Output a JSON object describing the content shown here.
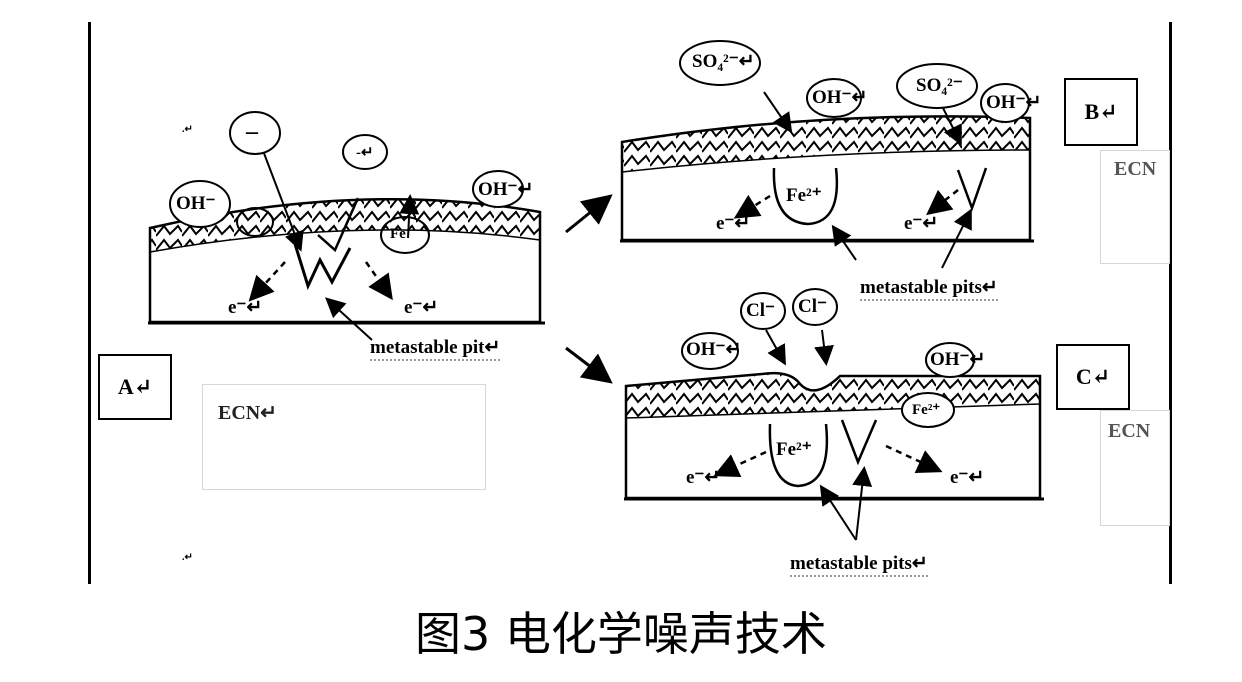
{
  "figure": {
    "caption": "图3 电化学噪声技术",
    "panels": {
      "A": {
        "label": "A↵",
        "ecn_label": "ECN↵",
        "ions": [
          "OH⁻",
          "OH⁻↵",
          "–",
          "-↵",
          "Fe"
        ],
        "electrons": [
          "e⁻↵",
          "e⁻↵"
        ],
        "pit_label": "metastable pit↵"
      },
      "B": {
        "label": "B↵",
        "ecn_label": "ECN",
        "ions": [
          "SO₄²⁻↵",
          "OH⁻↵",
          "SO₄²⁻",
          "OH⁻↵"
        ],
        "fe_ion": "Fe²⁺",
        "electrons": [
          "e⁻↵",
          "e⁻↵"
        ],
        "pit_label": "metastable pits↵"
      },
      "C": {
        "label": "C↵",
        "ecn_label": "ECN",
        "ions": [
          "Cl⁻",
          "Cl⁻",
          "OH⁻↵",
          "OH⁻↵"
        ],
        "fe_ion": "Fe²⁺",
        "fe_ion_2": "Fe²⁺",
        "electrons": [
          "e⁻↵",
          "e⁻↵"
        ],
        "pit_label": "metastable pits↵"
      }
    },
    "margin_marks": [
      ".↵",
      ".↵"
    ]
  }
}
